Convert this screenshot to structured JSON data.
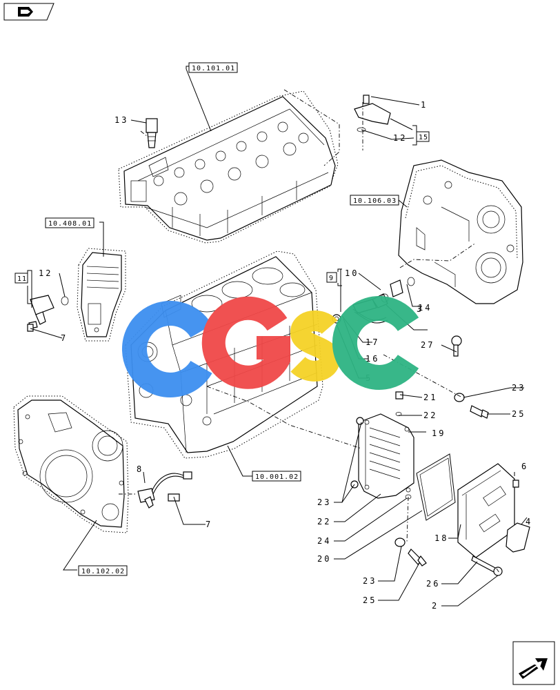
{
  "diagram": {
    "references": [
      "10.101.01",
      "10.106.03",
      "10.408.01",
      "10.001.02",
      "10.102.02"
    ],
    "group_boxes": [
      "15",
      "11",
      "9"
    ],
    "callouts": [
      "1",
      "12",
      "13",
      "10",
      "3",
      "14",
      "12",
      "7",
      "5",
      "17",
      "16",
      "27",
      "21",
      "22",
      "23",
      "25",
      "19",
      "6",
      "4",
      "8",
      "7",
      "23",
      "22",
      "24",
      "20",
      "18",
      "23",
      "25",
      "26",
      "2"
    ],
    "watermark": [
      "C",
      "G",
      "S",
      "C"
    ],
    "watermark_colors": [
      "#3d8ff0",
      "#f04848",
      "#f5d226",
      "#2eb483"
    ]
  }
}
